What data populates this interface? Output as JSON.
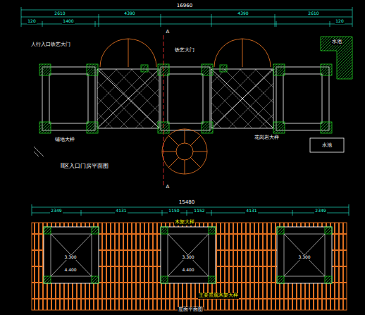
{
  "diagram": {
    "labels": [
      "16960",
      "2610",
      "4390",
      "4390",
      "2610",
      "120",
      "1400",
      "120",
      "A",
      "A",
      "人行入口铁艺大门",
      "铁艺大门",
      "水池",
      "水池",
      "花岗岩大样",
      "铺地大样",
      "II区入口门房平面图",
      "15480",
      "2349",
      "4131",
      "1150",
      "1152",
      "4131",
      "2349",
      "木架大样",
      "3.300",
      "3.300",
      "3.300",
      "4.400",
      "4.400",
      "主要景观木架大样",
      "屋面平面图"
    ]
  }
}
